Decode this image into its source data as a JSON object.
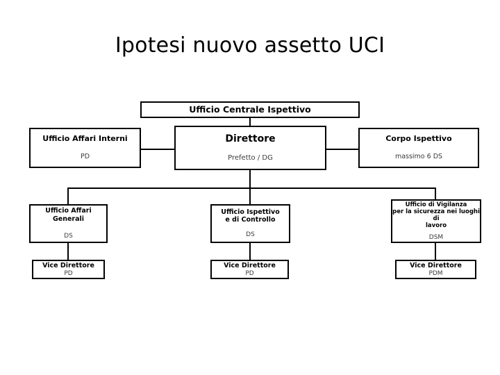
{
  "page": {
    "title": "Ipotesi nuovo assetto UCI",
    "background_color": "#ffffff",
    "line_color": "#000000",
    "text_color": "#000000",
    "subtext_color": "#3a3a3a"
  },
  "chart_data": {
    "type": "diagram",
    "diagram_type": "organizational-chart",
    "title": "Ipotesi nuovo assetto UCI",
    "nodes": [
      {
        "id": "root",
        "heading": "Ufficio Centrale Ispettivo",
        "sub": "",
        "level": 0
      },
      {
        "id": "affari-interni",
        "heading": "Ufficio Affari Interni",
        "sub": "PD",
        "level": 1
      },
      {
        "id": "direttore",
        "heading": "Direttore",
        "sub": "Prefetto / DG",
        "level": 1
      },
      {
        "id": "corpo-ispettivo",
        "heading": "Corpo Ispettivo",
        "sub": "massimo 6 DS",
        "level": 1
      },
      {
        "id": "affari-generali",
        "heading": "Ufficio Affari Generali",
        "sub": "DS",
        "level": 2
      },
      {
        "id": "ispettivo-controllo",
        "heading_line1": "Ufficio Ispettivo",
        "heading_line2": "e di Controllo",
        "sub": "DS",
        "level": 2
      },
      {
        "id": "vigilanza",
        "heading_line1": "Ufficio di Vigilanza",
        "heading_line2": "per la sicurezza nei luoghi di",
        "heading_line3": "lavoro",
        "sub": "DSM",
        "level": 2
      },
      {
        "id": "vice-1",
        "heading": "Vice Direttore",
        "sub": "PD",
        "level": 3
      },
      {
        "id": "vice-2",
        "heading": "Vice Direttore",
        "sub": "PD",
        "level": 3
      },
      {
        "id": "vice-3",
        "heading": "Vice Direttore",
        "sub": "PDM",
        "level": 3
      }
    ],
    "edges": [
      {
        "from": "root",
        "to": "direttore"
      },
      {
        "from": "direttore",
        "to": "affari-interni"
      },
      {
        "from": "direttore",
        "to": "corpo-ispettivo"
      },
      {
        "from": "direttore",
        "to": "affari-generali"
      },
      {
        "from": "direttore",
        "to": "ispettivo-controllo"
      },
      {
        "from": "direttore",
        "to": "vigilanza"
      },
      {
        "from": "affari-generali",
        "to": "vice-1"
      },
      {
        "from": "ispettivo-controllo",
        "to": "vice-2"
      },
      {
        "from": "vigilanza",
        "to": "vice-3"
      }
    ]
  }
}
